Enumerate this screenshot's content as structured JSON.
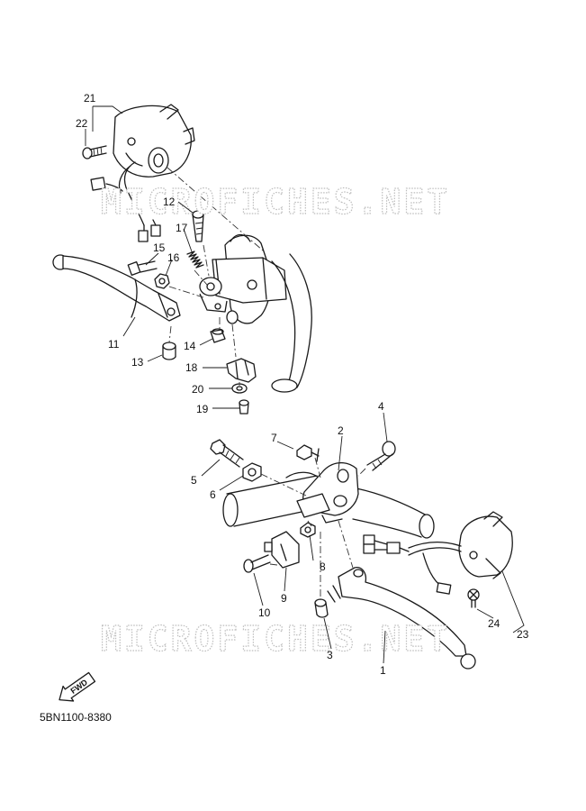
{
  "diagram": {
    "part_code": "5BN1100-8380",
    "fwd_label": "FWD",
    "watermark_text": "MICROFICHES.NET",
    "callouts": [
      "1",
      "2",
      "3",
      "4",
      "5",
      "6",
      "7",
      "8",
      "9",
      "10",
      "11",
      "12",
      "13",
      "14",
      "15",
      "16",
      "17",
      "18",
      "19",
      "20",
      "21",
      "22",
      "23",
      "24"
    ]
  }
}
